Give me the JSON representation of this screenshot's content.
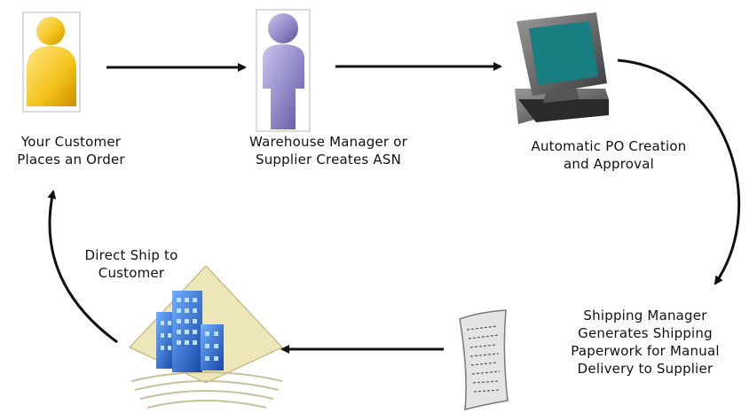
{
  "nodes": {
    "customer": {
      "label_lines": [
        "Your Customer",
        "Places an Order"
      ],
      "icon": "person-icon-yellow"
    },
    "warehouse": {
      "label_lines": [
        "Warehouse Manager or",
        "Supplier Creates ASN"
      ],
      "icon": "person-icon-purple"
    },
    "po": {
      "label_lines": [
        "Automatic PO Creation",
        "and Approval"
      ],
      "icon": "computer-icon"
    },
    "shipping": {
      "label_lines": [
        "Shipping Manager",
        "Generates Shipping",
        "Paperwork for Manual",
        "Delivery to Supplier"
      ],
      "icon": "paper-document-icon"
    },
    "direct_ship": {
      "label_lines": [
        "Direct Ship to",
        "Customer"
      ],
      "icon": "building-icon"
    }
  },
  "edges": [
    {
      "from": "customer",
      "to": "warehouse"
    },
    {
      "from": "warehouse",
      "to": "po"
    },
    {
      "from": "po",
      "to": "shipping"
    },
    {
      "from": "shipping",
      "to": "direct_ship"
    },
    {
      "from": "direct_ship",
      "to": "customer"
    }
  ],
  "colors": {
    "arrow": "#111111",
    "person_yellow": "#f4c21a",
    "person_purple": "#8a84c4",
    "monitor_screen": "#1a7f82",
    "building_blue": "#2a6fd6"
  }
}
